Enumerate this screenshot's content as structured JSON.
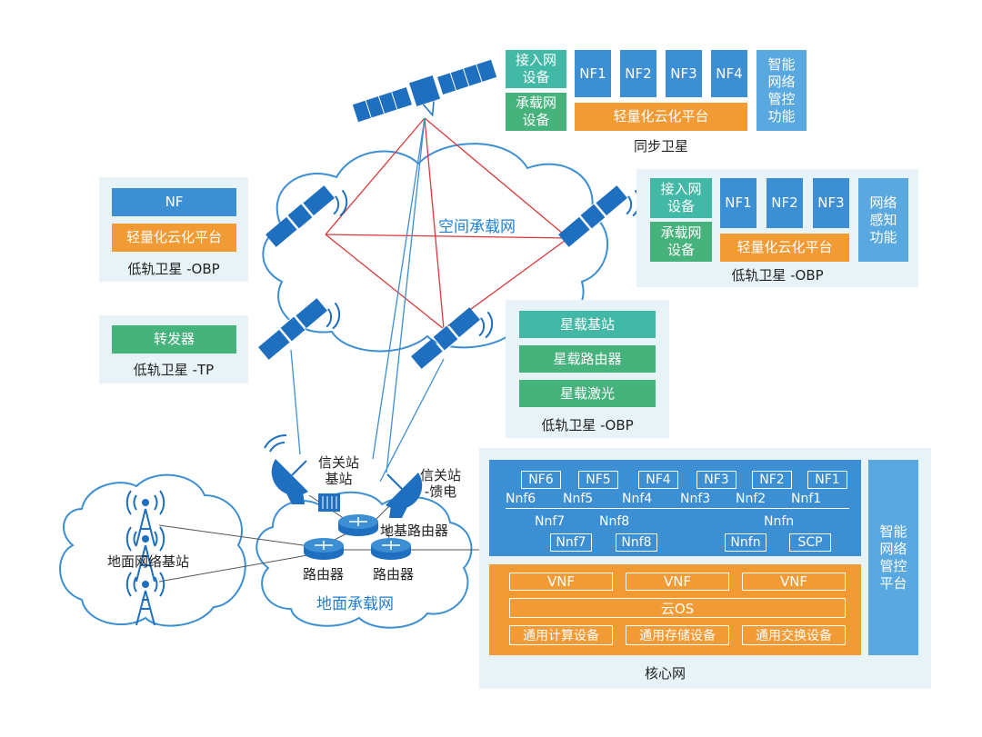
{
  "geo_sat": {
    "access": "接入网\n设备",
    "bearer": "承载网\n设备",
    "nfs": [
      "NF1",
      "NF2",
      "NF3",
      "NF4"
    ],
    "platform": "轻量化云化平台",
    "mgmt": "智能\n网络\n管控\n功能",
    "caption": "同步卫星"
  },
  "leo_obp_left": {
    "nf": "NF",
    "platform": "轻量化云化平台",
    "caption": "低轨卫星 -OBP"
  },
  "leo_tp": {
    "transponder": "转发器",
    "caption": "低轨卫星 -TP"
  },
  "leo_obp_right": {
    "access": "接入网\n设备",
    "bearer": "承载网\n设备",
    "nfs": [
      "NF1",
      "NF2",
      "NF3"
    ],
    "platform": "轻量化云化平台",
    "sense": "网络\n感知\n功能",
    "caption": "低轨卫星 -OBP"
  },
  "leo_obp_mid": {
    "bs": "星载基站",
    "router": "星载路由器",
    "laser": "星载激光",
    "caption": "低轨卫星 -OBP"
  },
  "space_net": "空间承载网",
  "ground": {
    "bs_label": "地面网络基站",
    "gw_bs": "信关站\n基站",
    "gw_feed": "信关站\n-馈电",
    "ground_router": "地基路由器",
    "router1": "路由器",
    "router2": "路由器",
    "net": "地面承载网"
  },
  "core": {
    "nf_top": [
      "NF6",
      "NF5",
      "NF4",
      "NF3",
      "NF2",
      "NF1"
    ],
    "nnf_row": [
      "Nnf6",
      "Nnf5",
      "Nnf4",
      "Nnf3",
      "Nnf2",
      "Nnf1"
    ],
    "nnf_mid": [
      "Nnf7",
      "Nnf8",
      "Nnfn"
    ],
    "nf_bottom": [
      "Nnf7",
      "Nnf8",
      "Nnfn",
      "SCP"
    ],
    "vnfs": [
      "VNF",
      "VNF",
      "VNF"
    ],
    "os": "云OS",
    "hw": [
      "通用计算设备",
      "通用存储设备",
      "通用交换设备"
    ],
    "mgmt": "智能\n网络\n管控\n平台",
    "caption": "核心网"
  }
}
